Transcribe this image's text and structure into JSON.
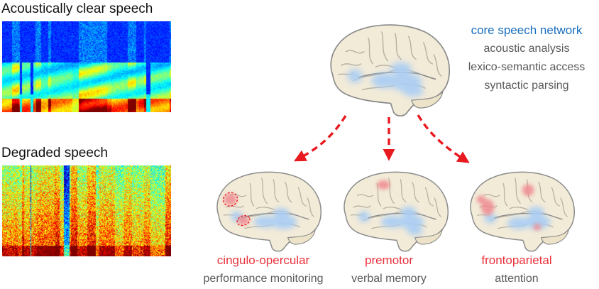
{
  "spectrograms": {
    "clear": {
      "title": "Acoustically clear speech"
    },
    "degraded": {
      "title": "Degraded speech"
    }
  },
  "core": {
    "title": "core speech network",
    "lines": [
      "acoustic analysis",
      "lexico-semantic access",
      "syntactic parsing"
    ]
  },
  "networks": [
    {
      "title": "cingulo-opercular",
      "subtitle": "performance monitoring"
    },
    {
      "title": "premotor",
      "subtitle": "verbal memory"
    },
    {
      "title": "frontoparietal",
      "subtitle": "attention"
    }
  ],
  "colors": {
    "core_blue": "#1a6fc0",
    "network_red": "#e8323b",
    "arrow_red": "#e8191f",
    "brain_fill": "#f2ebd8",
    "brain_outline": "#8a8a8a"
  }
}
